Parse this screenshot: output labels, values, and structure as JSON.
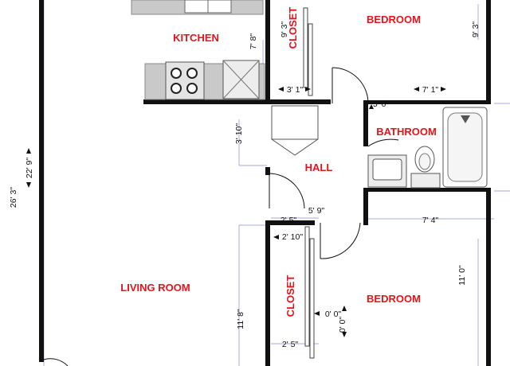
{
  "rooms": {
    "kitchen": "KITCHEN",
    "closet_top": "CLOSET",
    "bedroom_top": "BEDROOM",
    "bathroom": "BATHROOM",
    "hall": "HALL",
    "living_room": "LIVING ROOM",
    "closet_bottom": "CLOSET",
    "bedroom_bottom": "BEDROOM"
  },
  "dimensions": {
    "overall_height": "26' 3\"",
    "living_height": "22' 9\"",
    "kitchen_depth": "7' 8\"",
    "closet_top_height": "9' 3\"",
    "bedroom_top_height": "9' 3\"",
    "closet_top_width": "3' 1\"",
    "bedroom_top_width": "7' 1\"",
    "bath_top_width": "5' 0\"",
    "hall_height": "3' 10\"",
    "hall_width": "5' 9\"",
    "closet_opening": "2' 5\"",
    "bedroom_bottom_width": "7' 4\"",
    "closet_bottom_width": "2' 10\"",
    "bedroom_bottom_height": "11' 0\"",
    "closet_bottom_height": "11' 8\"",
    "closet_bottom_depth_a": "0' 0\"",
    "closet_bottom_depth_b": "0' 0\"",
    "closet_bottom_width2": "2' 5\""
  },
  "colors": {
    "label": "#e4141b",
    "wall": "#111111",
    "guide": "#8c8cd8"
  }
}
